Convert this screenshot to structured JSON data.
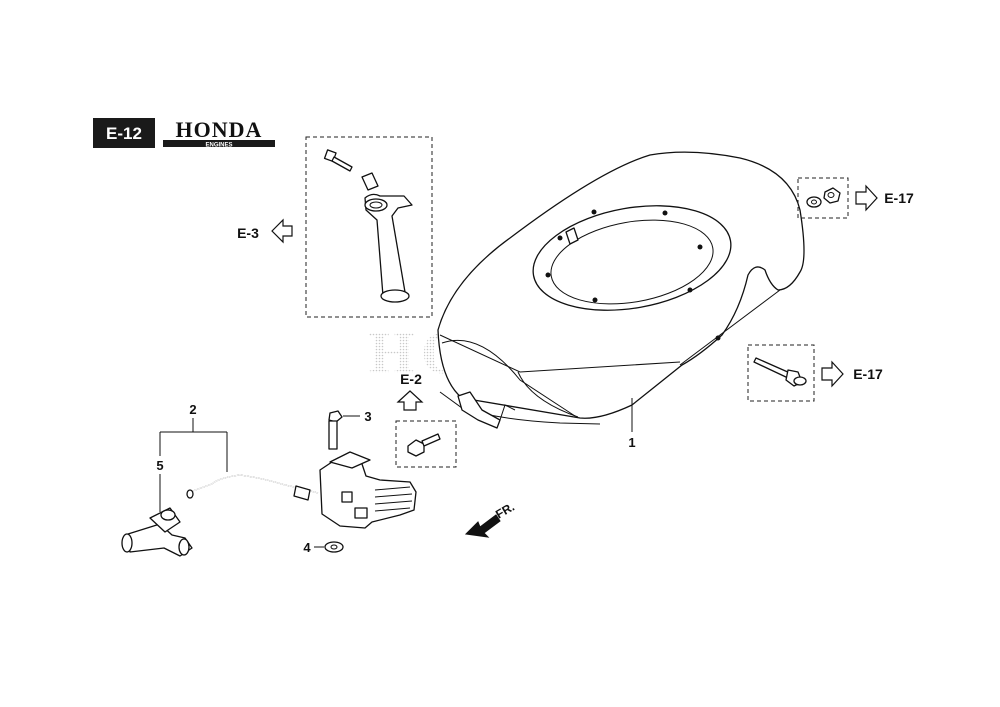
{
  "header": {
    "page_code": "E-12",
    "brand": "HONDA",
    "brand_sub": "ENGINES"
  },
  "watermark": "HONDA",
  "references": {
    "left_box": "E-3",
    "up_ref": "E-2",
    "top_right": "E-17",
    "right_mid": "E-17"
  },
  "callouts": {
    "p1": "1",
    "p2": "2",
    "p3": "3",
    "p4": "4",
    "p5": "5"
  },
  "front_marker": "FR.",
  "colors": {
    "ink": "#111111",
    "header_bg": "#1a1a1a",
    "watermark": "#cfcfcf"
  }
}
